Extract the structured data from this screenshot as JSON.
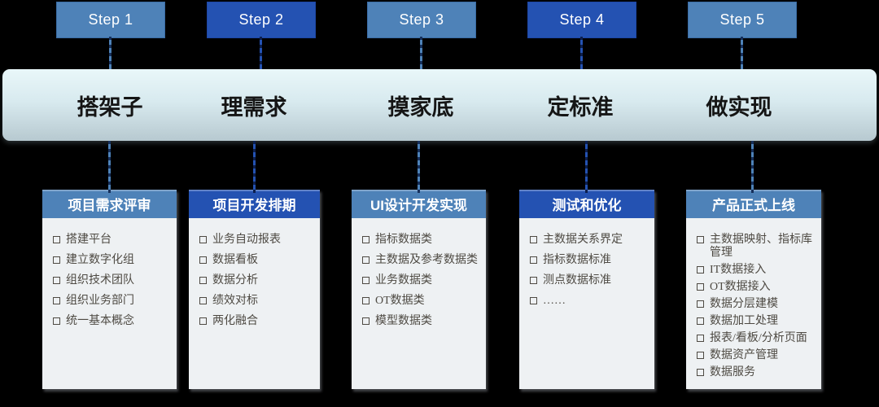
{
  "steps": [
    {
      "badge": "Step 1",
      "phase": "搭架子"
    },
    {
      "badge": "Step 2",
      "phase": "理需求"
    },
    {
      "badge": "Step 3",
      "phase": "摸家底"
    },
    {
      "badge": "Step 4",
      "phase": "定标准"
    },
    {
      "badge": "Step 5",
      "phase": "做实现"
    }
  ],
  "cards": [
    {
      "title": "项目需求评审",
      "items": [
        "搭建平台",
        "建立数字化组",
        "组织技术团队",
        "组织业务部门",
        "统一基本概念"
      ]
    },
    {
      "title": "项目开发排期",
      "items": [
        "业务自动报表",
        "数据看板",
        "数据分析",
        "绩效对标",
        "两化融合"
      ]
    },
    {
      "title": "UI设计开发实现",
      "items": [
        "指标数据类",
        "主数据及参考数据类",
        "业务数据类",
        "OT数据类",
        "模型数据类"
      ]
    },
    {
      "title": "测试和优化",
      "items": [
        "主数据关系界定",
        "指标数据标准",
        "测点数据标准",
        "……"
      ]
    },
    {
      "title": "产品正式上线",
      "items": [
        "主数据映射、指标库管理",
        "IT数据接入",
        "OT数据接入",
        "数据分层建模",
        "数据加工处理",
        "报表/看板/分析页面",
        "数据资产管理",
        "数据服务"
      ]
    }
  ],
  "colors": {
    "background": "#000000",
    "light_blue": "#4e82b8",
    "dark_blue": "#2452b2",
    "bar_gradient_top": "#e9f7f9",
    "bar_gradient_bottom": "#b7c9d0",
    "card_background": "#eef1f3",
    "item_text": "#4e4a43"
  }
}
